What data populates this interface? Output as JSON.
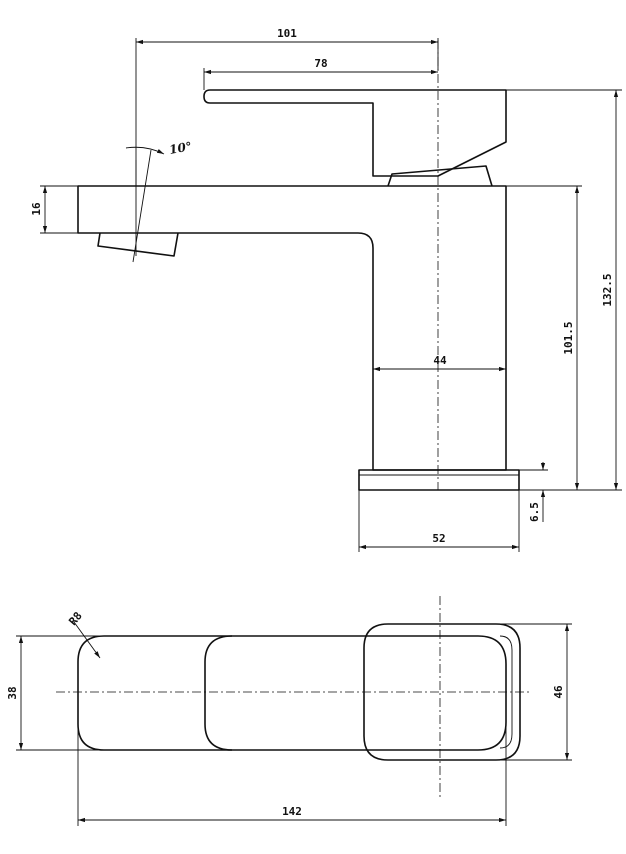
{
  "side_view": {
    "dim_overall_depth": "101",
    "dim_lever_length": "78",
    "dim_spout_thickness": "16",
    "dim_body_height": "101.5",
    "dim_total_height": "132.5",
    "dim_body_width": "44",
    "dim_base_height": "6.5",
    "dim_base_width": "52",
    "angle_note": "10°"
  },
  "top_view": {
    "dim_radius": "R8",
    "dim_spout_width": "38",
    "dim_base_width": "46",
    "dim_total_length": "142"
  }
}
